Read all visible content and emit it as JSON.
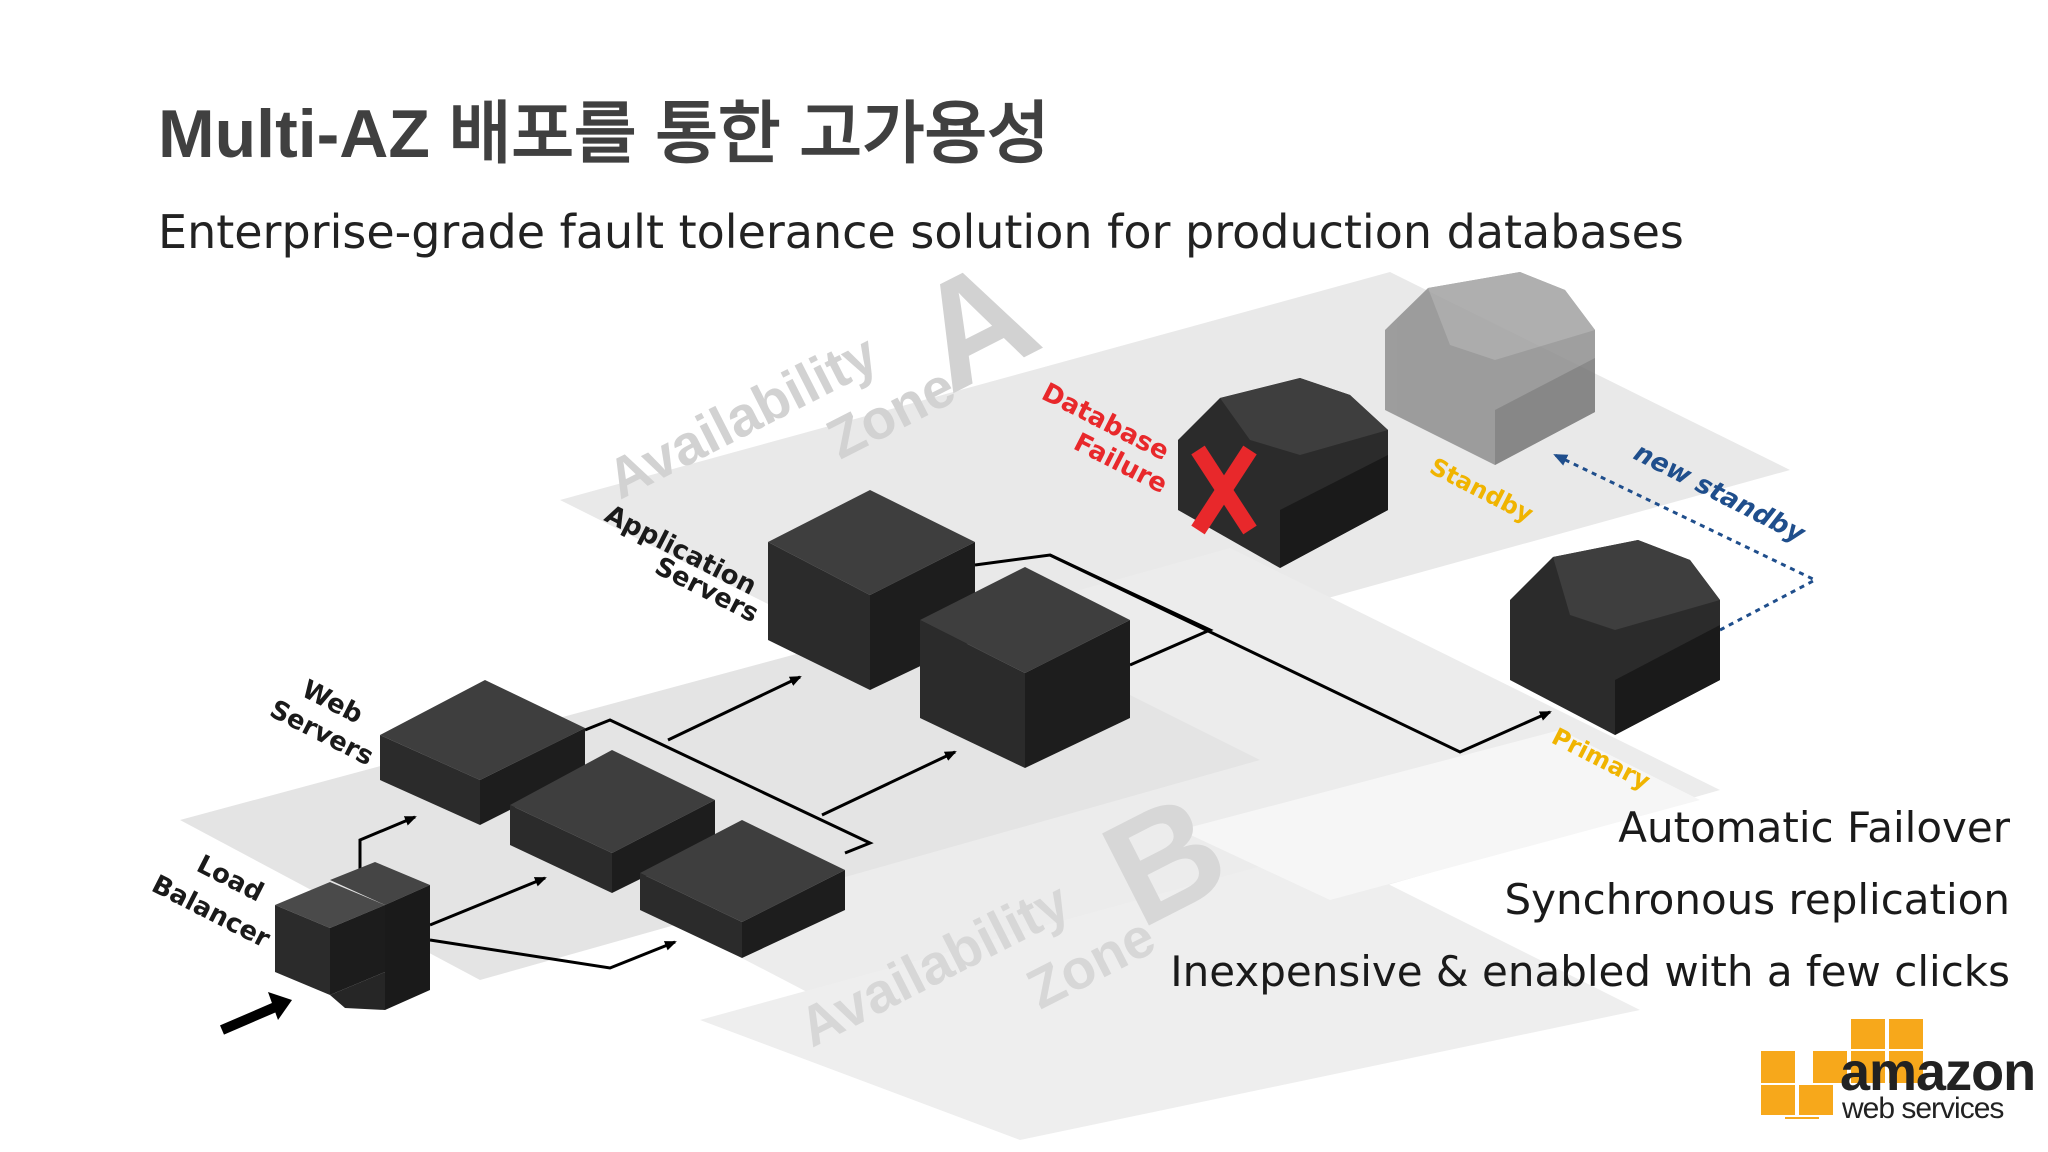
{
  "slide": {
    "title": "Multi-AZ 배포를 통한 고가용성",
    "subtitle": "Enterprise-grade fault tolerance solution for production databases"
  },
  "diagram": {
    "zone_a": {
      "line1": "Availability",
      "line2": "Zone",
      "letter": "A"
    },
    "zone_b": {
      "line1": "Availability",
      "line2": "Zone",
      "letter": "B"
    },
    "labels": {
      "load_balancer": [
        "Load",
        "Balancer"
      ],
      "web_servers": [
        "Web",
        "Servers"
      ],
      "application_servers": [
        "Application",
        "Servers"
      ],
      "database_failure": [
        "Database",
        "Failure"
      ],
      "standby": "Standby",
      "primary": "Primary",
      "new_standby": "new standby"
    },
    "colors": {
      "box_fill": "#2b2b2b",
      "zone_plate": "#e6e6e6",
      "failure_red": "#e8282b",
      "db_label_yellow": "#f0b400",
      "standby_arrow_blue": "#1f4e8c",
      "ghost_gray": "#8a8a8a"
    }
  },
  "features": [
    "Automatic Failover",
    "Synchronous replication",
    "Inexpensive & enabled with a few clicks"
  ],
  "logo": {
    "line1": "amazon",
    "line2": "web services",
    "icon": "aws-cubes-icon",
    "color": "#f7a81b"
  }
}
